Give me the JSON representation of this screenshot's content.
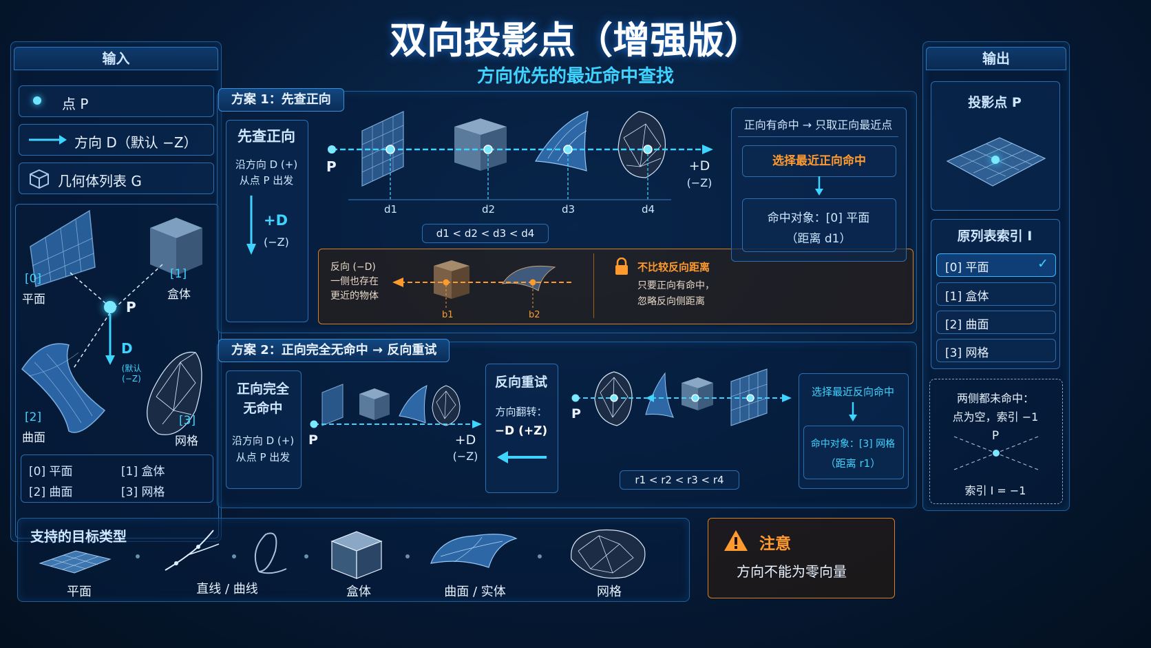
{
  "title": "双向投影点（增强版）",
  "subtitle": "方向优先的最近命中查找",
  "input": {
    "header": "输入",
    "items": [
      {
        "icon": "dot-icon",
        "label": "点 P"
      },
      {
        "icon": "arrow-right-icon",
        "label": "方向 D（默认 −Z）"
      },
      {
        "icon": "cube-outline-icon",
        "label": "几何体列表 G"
      }
    ],
    "diagram": {
      "point_label": "P",
      "direction_label": "D",
      "direction_note": "(默认\n(−Z)",
      "objects": [
        {
          "index": "[0]",
          "name": "平面"
        },
        {
          "index": "[1]",
          "name": "盒体"
        },
        {
          "index": "[2]",
          "name": "曲面"
        },
        {
          "index": "[3]",
          "name": "网格"
        }
      ]
    },
    "legend": [
      "[0] 平面",
      "[1] 盒体",
      "[2] 曲面",
      "[3] 网格"
    ]
  },
  "scheme1": {
    "tab": "方案 1：先查正向",
    "side_title": "先查正向",
    "side_desc_line1": "沿方向 D (+)",
    "side_desc_line2": "从点 P 出发",
    "side_arrow_label": "+D",
    "side_arrow_sub": "(−Z)",
    "ray_origin": "P",
    "ray_end_label": "+D",
    "ray_end_sub": "(−Z)",
    "distances": [
      "d1",
      "d2",
      "d3",
      "d4"
    ],
    "inequality": "d1 < d2 < d3 < d4",
    "reverse_note_line1": "反向 (−D)",
    "reverse_note_line2": "一侧也存在",
    "reverse_note_line3": "更近的物体",
    "reverse_distances": [
      "b1",
      "b2"
    ],
    "lock_title": "不比较反向距离",
    "lock_line1": "只要正向有命中，",
    "lock_line2": "忽略反向侧距离",
    "result_header": "正向有命中 → 只取正向最近点",
    "result_select": "选择最近正向命中",
    "result_hit_line1": "命中对象：[0] 平面",
    "result_hit_line2": "（距离 d1）"
  },
  "scheme2": {
    "tab": "方案 2：正向完全无命中 → 反向重试",
    "side_title_line1": "正向完全",
    "side_title_line2": "无命中",
    "side_desc_line1": "沿方向 D (+)",
    "side_desc_line2": "从点 P 出发",
    "ray_origin": "P",
    "ray_end_label": "+D",
    "ray_end_sub": "(−Z)",
    "retry_title": "反向重试",
    "retry_desc": "方向翻转：",
    "retry_dir": "−D (+Z)",
    "ray2_origin": "P",
    "inequality": "r1 < r2 < r3 < r4",
    "result_select": "选择最近反向命中",
    "result_hit_line1": "命中对象：[3] 网格",
    "result_hit_line2": "（距离 r1）"
  },
  "output": {
    "header": "输出",
    "projection_title": "投影点 P",
    "index_title": "原列表索引 I",
    "index_items": [
      "[0] 平面",
      "[1] 盒体",
      "[2] 曲面",
      "[3] 网格"
    ],
    "selected_index": 0,
    "miss_line1": "两侧都未命中：",
    "miss_line2": "点为空，索引 −1",
    "miss_point": "P",
    "miss_index": "索引 I = −1"
  },
  "targets": {
    "title": "支持的目标类型",
    "items": [
      "平面",
      "直线 / 曲线",
      "盒体",
      "曲面 / 实体",
      "网格"
    ]
  },
  "notice": {
    "title": "注意",
    "text": "方向不能为零向量"
  },
  "colors": {
    "accent": "#3fd4ff",
    "warning": "#ff9a2e",
    "panel_border": "#1e5f9a"
  }
}
